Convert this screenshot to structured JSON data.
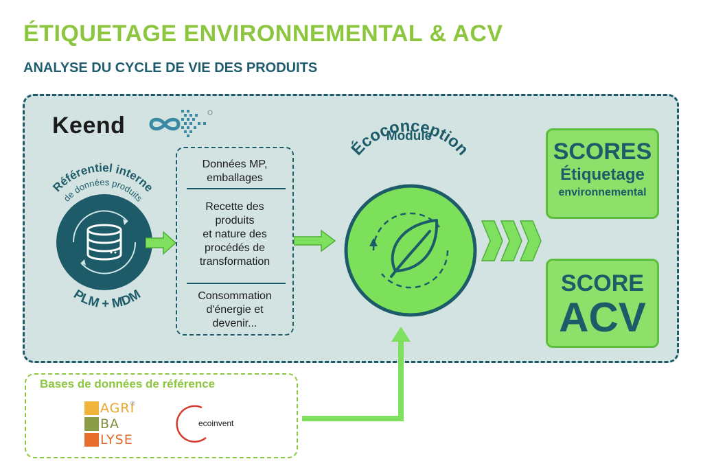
{
  "header": {
    "title": "ÉTIQUETAGE ENVIRONNEMENTAL & ACV",
    "subtitle": "ANALYSE DU CYCLE DE VIE DES PRODUITS"
  },
  "logo": {
    "text": "Keend"
  },
  "referentiel": {
    "line1": "Référentiel interne",
    "line2": "de données produits",
    "bottom": "PLM + MDM",
    "icon": "database-icon"
  },
  "inputs": {
    "items": [
      {
        "lines": [
          "Données MP,",
          "emballages"
        ]
      },
      {
        "lines": [
          "Recette des",
          "produits",
          "et nature des",
          "procédés de",
          "transformation"
        ]
      },
      {
        "lines": [
          "Consommation",
          "d'énergie et",
          "devenir..."
        ]
      }
    ]
  },
  "module": {
    "line1": "Module",
    "line2": "Écoconception",
    "icon": "leaf-icon"
  },
  "scores": {
    "box1": {
      "line1": "SCORES",
      "line2": "Étiquetage",
      "line3": "environnemental"
    },
    "box2": {
      "line1": "SCORE",
      "line2": "ACV"
    }
  },
  "references": {
    "title": "Bases de données de référence",
    "agribalyse": {
      "line1": "AGRI",
      "line2": "BA",
      "line3": "LYSE",
      "mark": "®"
    },
    "ecoinvent": {
      "text": "ecoinvent"
    }
  },
  "colors": {
    "title_green": "#8cc63f",
    "dark_teal": "#1d5b69",
    "panel_bg": "#d2e3e2",
    "bright_green": "#8ee06a",
    "arrow_green": "#7ee05e"
  }
}
